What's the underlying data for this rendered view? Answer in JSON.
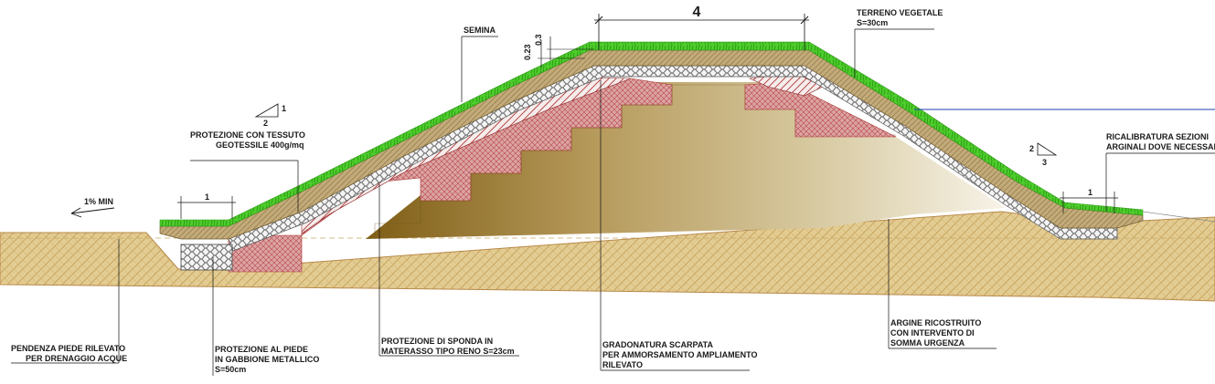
{
  "diagram": {
    "labels": {
      "semina": "SEMINA",
      "terreno_vegetale_1": "TERRENO VEGETALE",
      "terreno_vegetale_2": "S=30cm",
      "protezione_tessuto_1": "PROTEZIONE CON TESSUTO",
      "protezione_tessuto_2": "GEOTESSILE 400g/mq",
      "ricalibratura_1": "RICALIBRATURA SEZIONI",
      "ricalibratura_2": "ARGINALI DOVE NECESSARIO",
      "pendenza_min": "1% MIN",
      "pendenza_piede_1": "PENDENZA PIEDE RILEVATO",
      "pendenza_piede_2": "PER DRENAGGIO ACQUE",
      "gabbione_1": "PROTEZIONE AL PIEDE",
      "gabbione_2": "IN GABBIONE METALLICO",
      "gabbione_3": "S=50cm",
      "materasso_1": "PROTEZIONE DI SPONDA IN",
      "materasso_2": "MATERASSO TIPO RENO S=23cm",
      "gradonatura_1": "GRADONATURA SCARPATA",
      "gradonatura_2": "PER AMMORSAMENTO AMPLIAMENTO",
      "gradonatura_3": "RILEVATO",
      "argine_1": "ARGINE RICOSTRUITO",
      "argine_2": "CON INTERVENTO DI",
      "argine_3": "SOMMA URGENZA"
    },
    "dimensions": {
      "crest_width": "4",
      "dim_023": "0.23",
      "dim_03": "0.3",
      "toe_left": "1",
      "toe_right": "1",
      "slope_left_v": "1",
      "slope_left_h": "2",
      "slope_right_v": "2",
      "slope_right_h": "3"
    },
    "colors": {
      "ground": "#e3cc92",
      "ground_line": "#b8894a",
      "grass": "#4ecf2c",
      "soil": "#c2aa7a",
      "gabion": "#e6e6e6",
      "red_fill": "#d79a9a",
      "red_hatch": "#b83a3a",
      "core_dark": "#8c6a22",
      "core_light": "#ece3c6",
      "water": "#1f3fae"
    }
  }
}
